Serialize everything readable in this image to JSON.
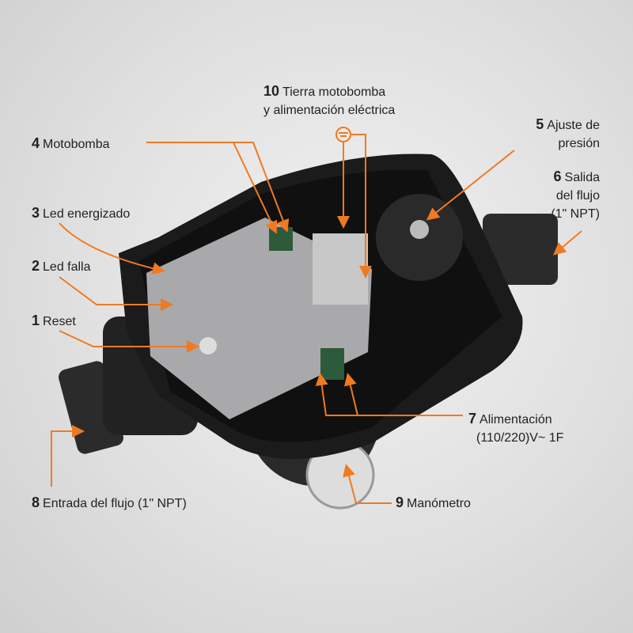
{
  "labels": {
    "l10": {
      "num": "10",
      "line1": "Tierra motobomba",
      "line2": "y alimentación eléctrica"
    },
    "l5": {
      "num": "5",
      "line1": "Ajuste de",
      "line2": "presión"
    },
    "l6": {
      "num": "6",
      "line1": "Salida",
      "line2": "del flujo",
      "line3": "(1\" NPT)"
    },
    "l4": {
      "num": "4",
      "text": "Motobomba"
    },
    "l3": {
      "num": "3",
      "text": "Led energizado"
    },
    "l2": {
      "num": "2",
      "text": "Led falla"
    },
    "l1": {
      "num": "1",
      "text": "Reset"
    },
    "l7": {
      "num": "7",
      "line1": "Alimentación",
      "line2": "(110/220)V~ 1F"
    },
    "l8": {
      "num": "8",
      "text": "Entrada del flujo (1\" NPT)"
    },
    "l9": {
      "num": "9",
      "text": "Manómetro"
    }
  },
  "colors": {
    "accent": "#f07a22",
    "body": "#1d1d1d",
    "module": "#a9a9ab"
  }
}
